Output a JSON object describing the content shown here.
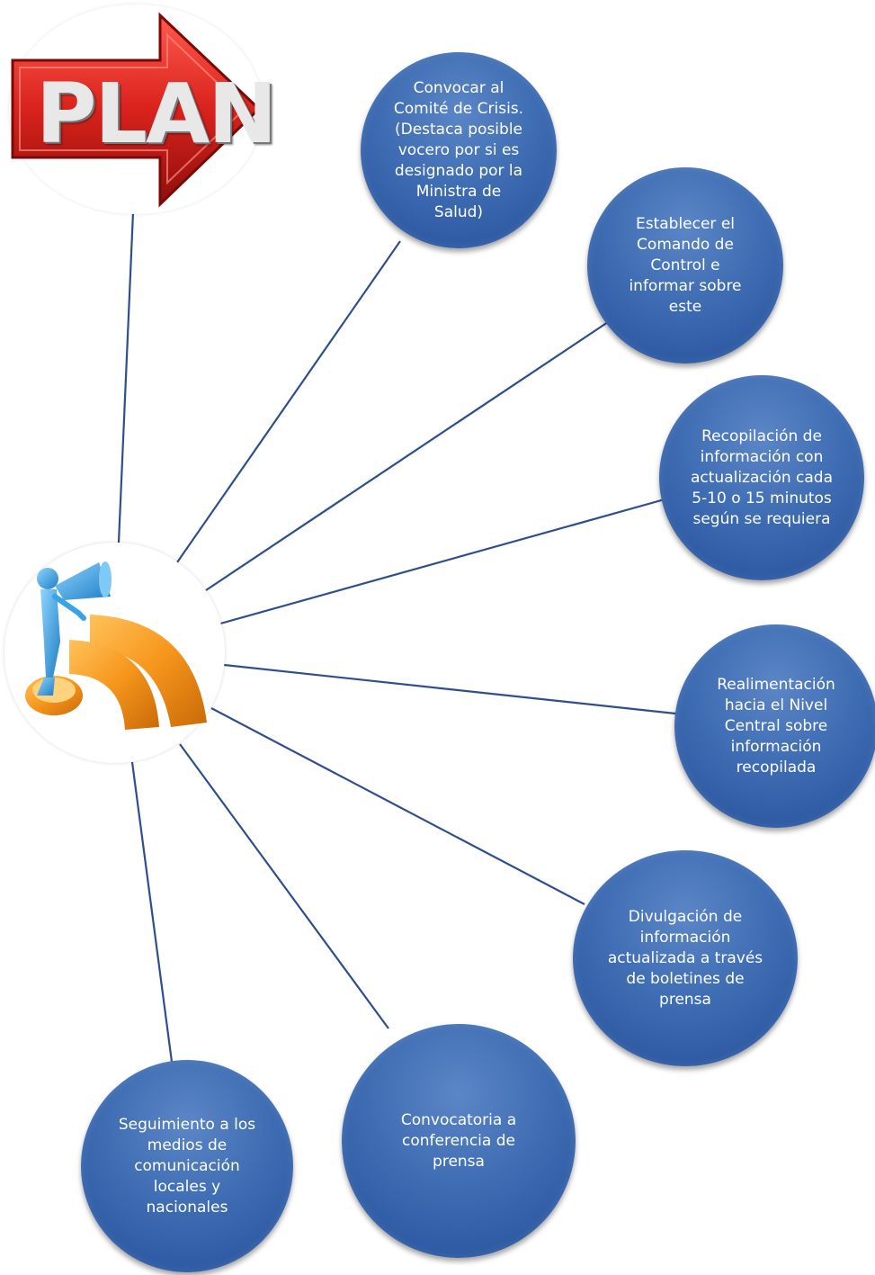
{
  "plan_badge": {
    "label": "PLAN",
    "icon": "red-arrow-plan-icon"
  },
  "hub": {
    "icon": "megaphone-rss-figure-icon"
  },
  "colors": {
    "node_fill": "#3f6db3",
    "connector": "#2f4e8c",
    "arrow_red": "#d9221c",
    "rss_orange": "#f6961c",
    "figure_blue": "#3aa3e3"
  },
  "nodes": [
    {
      "id": "convocar-comite",
      "text": "Convocar al\nComité de Crisis.\n(Destaca posible\nvocero por si es\ndesignado por la\nMinistra de\nSalud)"
    },
    {
      "id": "comando-control",
      "text": "Establecer el\nComando de\nControl e\ninformar sobre\neste"
    },
    {
      "id": "recopilacion",
      "text": "Recopilación de\ninformación con\nactualización cada\n5-10 o 15 minutos\nsegún se requiera"
    },
    {
      "id": "realimentacion",
      "text": "Realimentación\nhacia el Nivel\nCentral sobre\ninformación\nrecopilada"
    },
    {
      "id": "divulgacion",
      "text": "Divulgación de\ninformación\nactualizada a través\nde boletines de\nprensa"
    },
    {
      "id": "conferencia",
      "text": "Convocatoria a\nconferencia de\nprensa"
    },
    {
      "id": "seguimiento",
      "text": "Seguimiento a los\nmedios de\ncomunicación\nlocales y\nnacionales"
    }
  ]
}
